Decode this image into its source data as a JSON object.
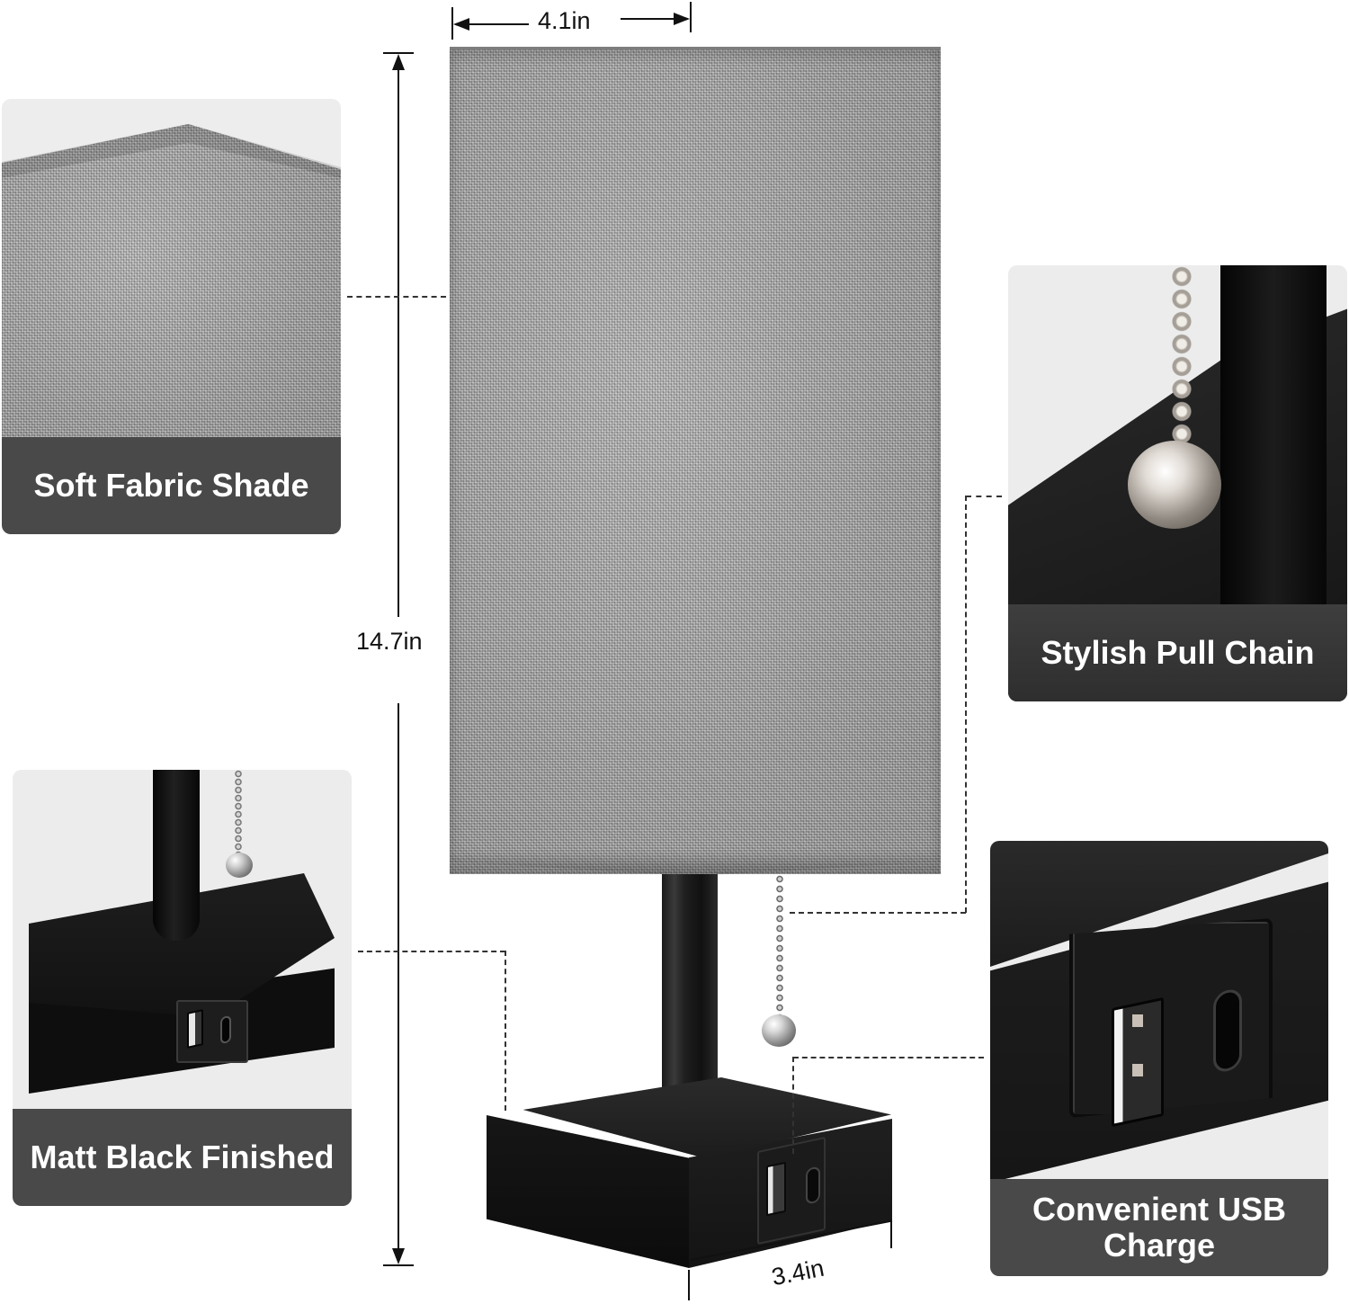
{
  "dimensions": {
    "shade_width": "4.1in",
    "height": "14.7in",
    "base_width": "3.4in"
  },
  "features": [
    {
      "id": "fabric",
      "caption": "Soft Fabric Shade",
      "icon": "fabric-texture"
    },
    {
      "id": "pull-chain",
      "caption": "Stylish Pull Chain",
      "icon": "pull-chain"
    },
    {
      "id": "finish",
      "caption": "Matt Black Finished",
      "icon": "lamp-base"
    },
    {
      "id": "usb",
      "caption": "Convenient USB Charge",
      "icon": "usb-ports"
    }
  ],
  "colors": {
    "caption_bg": "#4a4949",
    "caption_text": "#ffffff",
    "shade_gray": "#9d9d9d",
    "base_black": "#141414",
    "panel_bg": "#ededed"
  }
}
